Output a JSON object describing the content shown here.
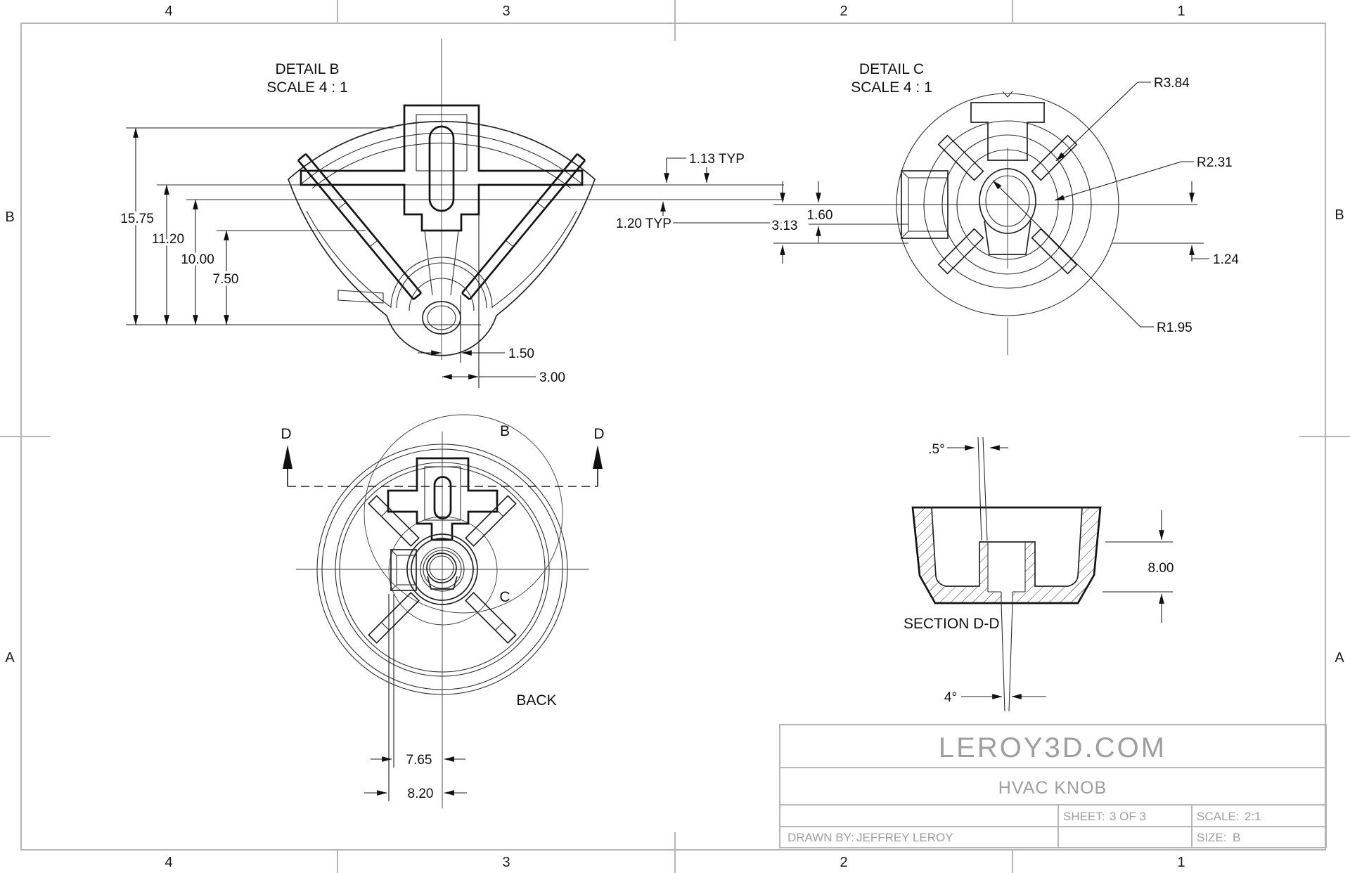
{
  "sheet": {
    "zones_top": [
      "4",
      "3",
      "2",
      "1"
    ],
    "zones_bottom": [
      "4",
      "3",
      "2",
      "1"
    ],
    "zones_left": [
      "B",
      "A"
    ],
    "zones_right": [
      "B",
      "A"
    ]
  },
  "detail_b": {
    "title": "DETAIL B",
    "scale_note": "SCALE 4 : 1",
    "dim_15_75": "15.75",
    "dim_11_20": "11.20",
    "dim_10_00": "10.00",
    "dim_7_50": "7.50",
    "dim_1_50": "1.50",
    "dim_3_00": "3.00",
    "dim_1_13_typ": "1.13 TYP",
    "dim_1_20_typ": "1.20 TYP"
  },
  "detail_c": {
    "title": "DETAIL C",
    "scale_note": "SCALE 4 : 1",
    "radius_outer": "R3.84",
    "radius_mid": "R2.31",
    "radius_inner": "R1.95",
    "dim_3_13": "3.13",
    "dim_1_60": "1.60",
    "dim_1_24": "1.24"
  },
  "back_view": {
    "view_label": "BACK",
    "detail_b_marker": "B",
    "detail_c_marker": "C",
    "section_marker_left": "D",
    "section_marker_right": "D",
    "dim_7_65": "7.65",
    "dim_8_20": "8.20"
  },
  "section_dd": {
    "view_label": "SECTION D-D",
    "dim_angle_top": ".5°",
    "dim_depth": "8.00",
    "dim_angle_bottom": "4°"
  },
  "title_block": {
    "company": "LEROY3D.COM",
    "part_title": "HVAC KNOB",
    "sheet_label": "SHEET:",
    "sheet_value": "3 OF 3",
    "scale_label": "SCALE:",
    "scale_value": "2:1",
    "drawn_by_label": "DRAWN BY:",
    "drawn_by_value": "JEFFREY LEROY",
    "size_label": "SIZE:",
    "size_value": "B"
  }
}
